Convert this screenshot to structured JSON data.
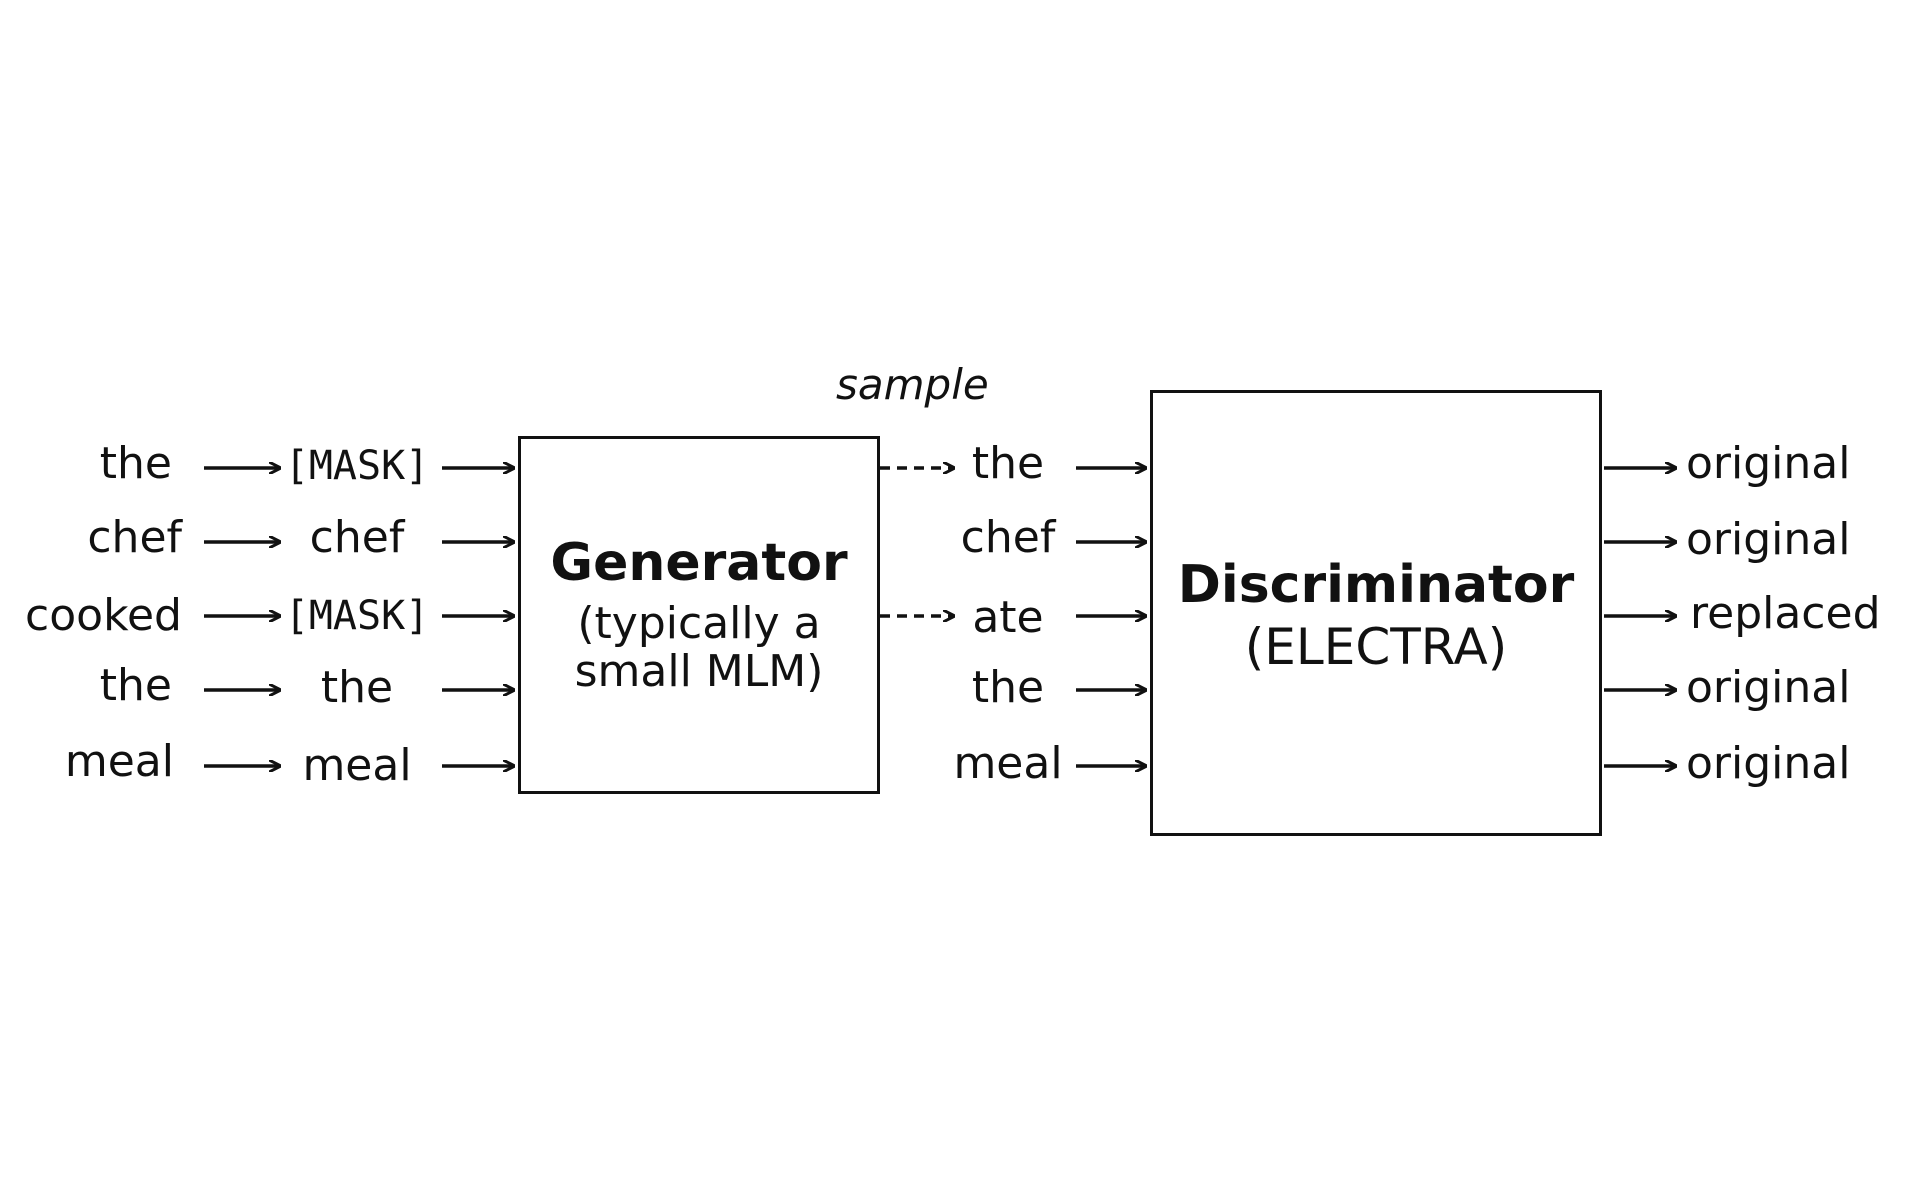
{
  "inputs": [
    "the",
    "chef",
    "cooked",
    "the",
    "meal"
  ],
  "masked": [
    "[MASK]",
    "chef",
    "[MASK]",
    "the",
    "meal"
  ],
  "generator": {
    "title": "Generator",
    "subtitle_line1": "(typically a",
    "subtitle_line2": "small MLM)"
  },
  "sample_label": "sample",
  "sampled": [
    "the",
    "chef",
    "ate",
    "the",
    "meal"
  ],
  "discriminator": {
    "title": "Discriminator",
    "subtitle": "(ELECTRA)"
  },
  "outputs": [
    "original",
    "original",
    "replaced",
    "original",
    "original"
  ]
}
